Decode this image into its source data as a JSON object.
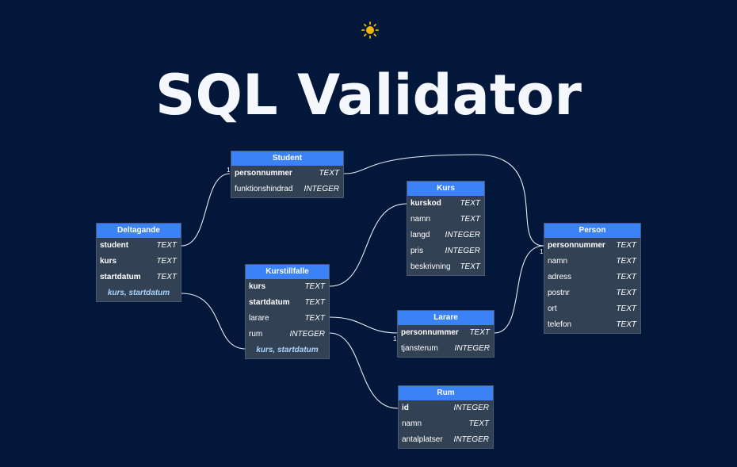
{
  "header": {
    "title": "SQL Validator",
    "theme_icon": "sun-icon"
  },
  "tables": {
    "student": {
      "name": "Student",
      "columns": [
        {
          "name": "personnummer",
          "type": "TEXT"
        },
        {
          "name": "funktionshindrad",
          "type": "INTEGER"
        }
      ]
    },
    "kurs": {
      "name": "Kurs",
      "columns": [
        {
          "name": "kurskod",
          "type": "TEXT"
        },
        {
          "name": "namn",
          "type": "TEXT"
        },
        {
          "name": "langd",
          "type": "INTEGER"
        },
        {
          "name": "pris",
          "type": "INTEGER"
        },
        {
          "name": "beskrivning",
          "type": "TEXT"
        }
      ]
    },
    "deltagande": {
      "name": "Deltagande",
      "columns": [
        {
          "name": "student",
          "type": "TEXT"
        },
        {
          "name": "kurs",
          "type": "TEXT"
        },
        {
          "name": "startdatum",
          "type": "TEXT"
        }
      ],
      "composite": "kurs, startdatum"
    },
    "kurstillfalle": {
      "name": "Kurstillfalle",
      "columns": [
        {
          "name": "kurs",
          "type": "TEXT"
        },
        {
          "name": "startdatum",
          "type": "TEXT"
        },
        {
          "name": "larare",
          "type": "TEXT"
        },
        {
          "name": "rum",
          "type": "INTEGER"
        }
      ],
      "composite": "kurs, startdatum"
    },
    "person": {
      "name": "Person",
      "columns": [
        {
          "name": "personnummer",
          "type": "TEXT"
        },
        {
          "name": "namn",
          "type": "TEXT"
        },
        {
          "name": "adress",
          "type": "TEXT"
        },
        {
          "name": "postnr",
          "type": "TEXT"
        },
        {
          "name": "ort",
          "type": "TEXT"
        },
        {
          "name": "telefon",
          "type": "TEXT"
        }
      ]
    },
    "larare": {
      "name": "Larare",
      "columns": [
        {
          "name": "personnummer",
          "type": "TEXT"
        },
        {
          "name": "tjansterum",
          "type": "INTEGER"
        }
      ]
    },
    "rum": {
      "name": "Rum",
      "columns": [
        {
          "name": "id",
          "type": "INTEGER"
        },
        {
          "name": "namn",
          "type": "TEXT"
        },
        {
          "name": "antalplatser",
          "type": "INTEGER"
        }
      ]
    }
  },
  "cardinality": {
    "one": "1",
    "many": "*"
  },
  "colors": {
    "background": "#02173a",
    "header": "#3b82f6",
    "body": "#334155",
    "composite_text": "#a8d4ff",
    "sun": "#f5b400"
  }
}
